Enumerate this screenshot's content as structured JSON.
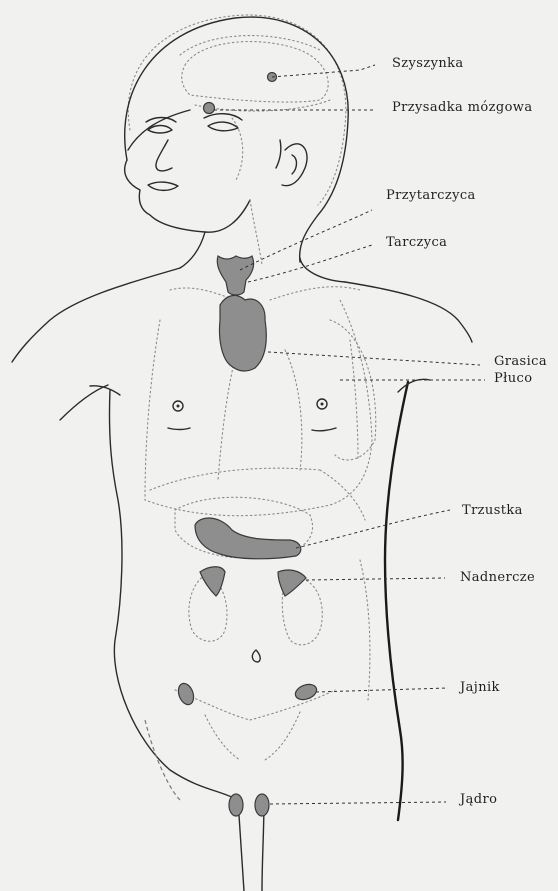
{
  "labels": {
    "szyszynka": "Szyszynka",
    "przysadka": "Przysadka mózgowa",
    "przytarczyca": "Przytarczyca",
    "tarczyca": "Tarczyca",
    "grasica": "Grasica",
    "pluco": "Płuco",
    "trzustka": "Trzustka",
    "nadnercze": "Nadnercze",
    "jajnik": "Jajnik",
    "jadro": "Jądro"
  },
  "colors": {
    "background": "#f1f1ef",
    "gland_fill": "#8e8e8e",
    "line": "#2b2b2b"
  }
}
